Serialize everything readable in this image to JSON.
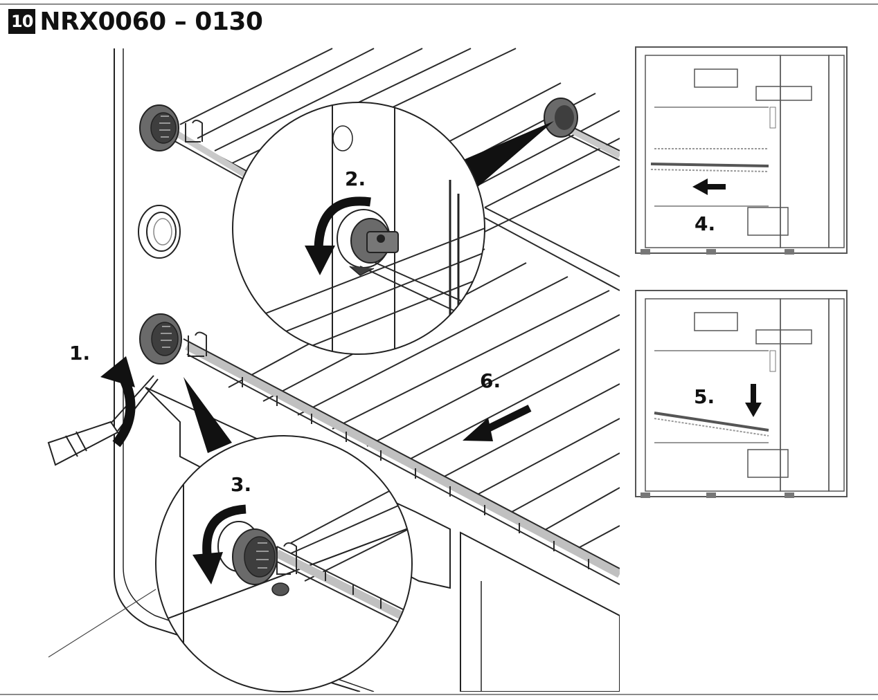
{
  "header": {
    "step_number": "10",
    "model_range": "NRX0060 – 0130"
  },
  "steps": {
    "s1": "1.",
    "s2": "2.",
    "s3": "3.",
    "s4": "4.",
    "s5": "5.",
    "s6": "6."
  },
  "colors": {
    "ink": "#111111",
    "line": "#2a2a2a",
    "shelf_shadow": "#bdbdbd",
    "support_grey": "#5a5a5a"
  },
  "icons": {
    "rotate_arrow": "curved-arrow-icon",
    "move_arrow": "straight-arrow-icon"
  }
}
